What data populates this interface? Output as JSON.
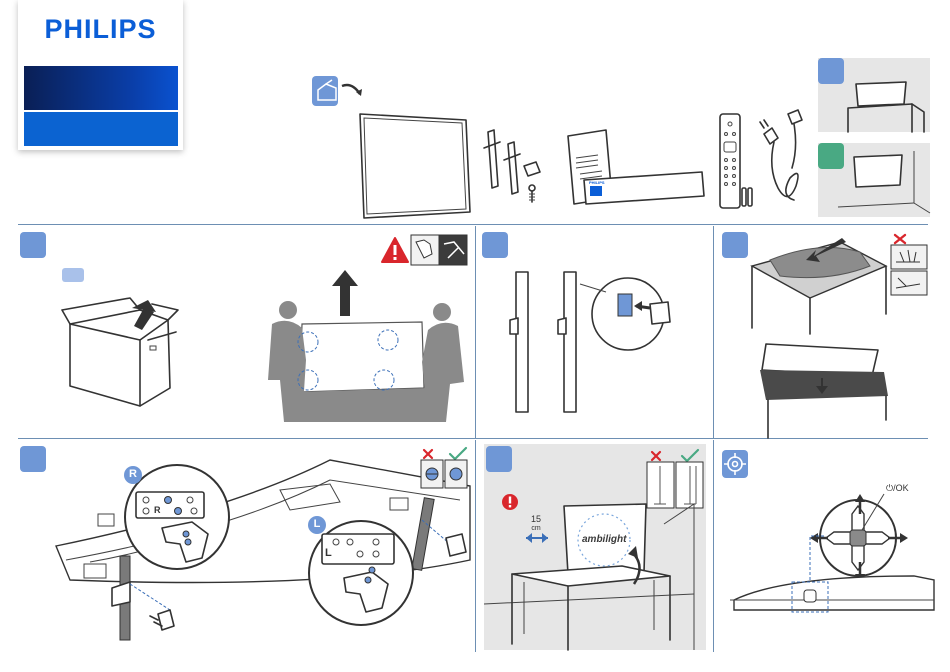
{
  "brand": {
    "logo_text": "PHILIPS",
    "color_blue": "#0b5ed7",
    "color_dark": "#0a1f55"
  },
  "icons": {
    "warning": "warning-triangle-icon",
    "info": "exclamation-circle-icon",
    "cross": "red-cross-icon",
    "check": "green-check-icon",
    "settings": "target-crosshair-icon"
  },
  "assembly": {
    "stand_right_mark": "R",
    "stand_left_mark": "L"
  },
  "placement": {
    "distance_value": "15",
    "distance_unit": "cm",
    "ambilight_text": "ambilight"
  },
  "control": {
    "power_ok_label": "⏻/OK"
  },
  "colors": {
    "badge": "#6f97d6",
    "badge_light": "#a9c1ea",
    "badge_green": "#49a983",
    "cross_red": "#d9262c",
    "check_green": "#49a983",
    "panel_grey": "#e6e6e6",
    "divider": "#6d8fb3"
  }
}
